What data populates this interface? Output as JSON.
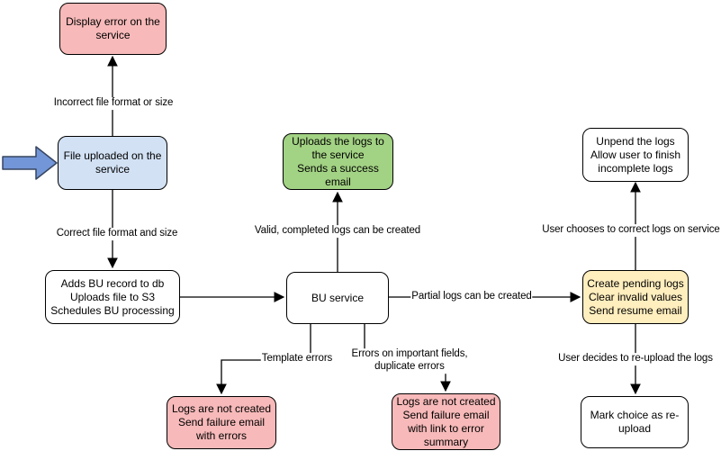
{
  "diagram": {
    "nodes": {
      "display_error": {
        "text": [
          "Display error on the",
          "service"
        ]
      },
      "file_uploaded": {
        "text": [
          "File uploaded on the",
          "service"
        ]
      },
      "adds_bu": {
        "text": [
          "Adds BU record to db",
          "Uploads file to S3",
          "Schedules BU processing"
        ]
      },
      "uploads_logs": {
        "text": [
          "Uploads the logs to",
          "the service",
          "Sends a success",
          "email"
        ]
      },
      "bu_service": {
        "text": [
          "BU service"
        ]
      },
      "create_pending": {
        "text": [
          "Create pending logs",
          "Clear invalid values",
          "Send resume email"
        ]
      },
      "unpend_logs": {
        "text": [
          "Unpend the logs",
          "Allow user to finish",
          "incomplete logs"
        ]
      },
      "mark_reupload": {
        "text": [
          "Mark choice as re-",
          "upload"
        ]
      },
      "fail_template": {
        "text": [
          "Logs are not created",
          "Send failure email",
          "with errors"
        ]
      },
      "fail_fields": {
        "text": [
          "Logs are not created",
          "Send failure email",
          "with link to error",
          "summary"
        ]
      }
    },
    "edge_labels": {
      "incorrect_format": "Incorrect file format or size",
      "correct_format": "Correct file format and size",
      "valid_logs": "Valid, completed logs can be created",
      "partial_logs": "Partial logs can be created",
      "template_errors": "Template errors",
      "field_errors": [
        "Errors on important fields,",
        "duplicate errors"
      ],
      "user_corrects": "User chooses to correct logs on service",
      "user_reuploads": "User decides to re-upload the logs"
    },
    "colors": {
      "node_pink": "#f7b9b9",
      "node_blue": "#d2e1f4",
      "node_green": "#a2d283",
      "node_yellow": "#ffeebe",
      "node_white": "#ffffff",
      "node_border": "#000000",
      "edge_stroke": "#000000",
      "input_arrow_fill": "#7396d8",
      "input_arrow_stroke": "#36455f"
    }
  }
}
